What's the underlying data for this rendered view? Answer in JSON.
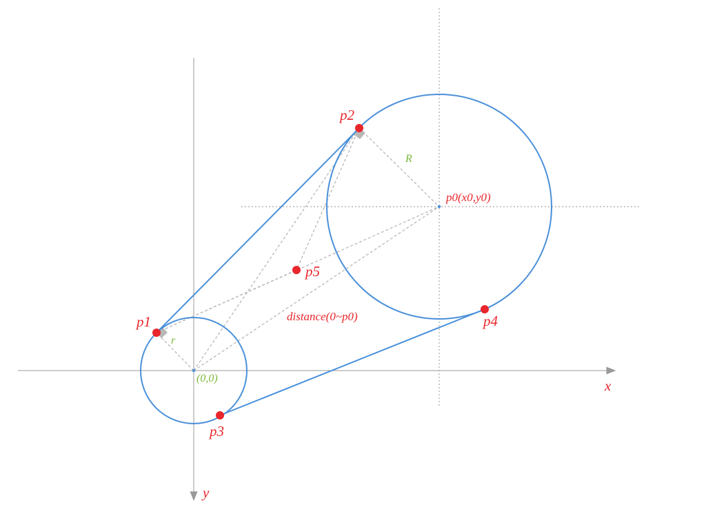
{
  "colors": {
    "circle": "#4a90d9",
    "tangent": "#4a90d9",
    "axis": "#999999",
    "helper": "#b3b3b3",
    "point": "#e8262c",
    "label_red": "#e8262c",
    "label_green": "#7cb83b",
    "right_angle_marker": "#b3b3b3"
  },
  "labels": {
    "x_axis": "x",
    "y_axis": "y",
    "origin": "(0,0)",
    "center": "p0(x0,y0)",
    "small_radius": "r",
    "big_radius": "R",
    "distance": "distance(0~p0)",
    "p1": "p1",
    "p2": "p2",
    "p3": "p3",
    "p4": "p4",
    "p5": "p5"
  },
  "elements": {
    "circles": [
      "small-circle",
      "big-circle"
    ],
    "tangent_lines": [
      "tangent-p1-p2",
      "tangent-p3-p4"
    ],
    "points": [
      "p1",
      "p2",
      "p3",
      "p4",
      "p5"
    ]
  }
}
